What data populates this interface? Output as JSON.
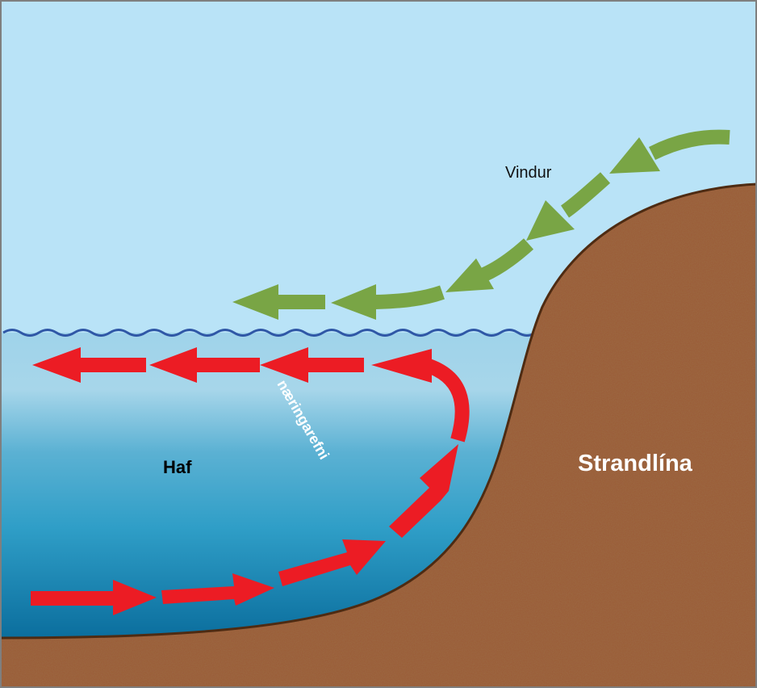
{
  "labels": {
    "wind": "Vindur",
    "ocean": "Haf",
    "coast": "Strandlína",
    "nutrients": "næringarefni"
  },
  "colors": {
    "sky": "#b9e3f7",
    "water_top": "#9fd3ea",
    "water_mid": "#2f9ec7",
    "water_deep": "#086a9a",
    "land": "#9a5a35",
    "land_outline": "#4e2b12",
    "wind_arrow": "#79a545",
    "current_arrow": "#ec1c24",
    "wave_line": "#2f57a6",
    "border": "#7f7f7f"
  }
}
